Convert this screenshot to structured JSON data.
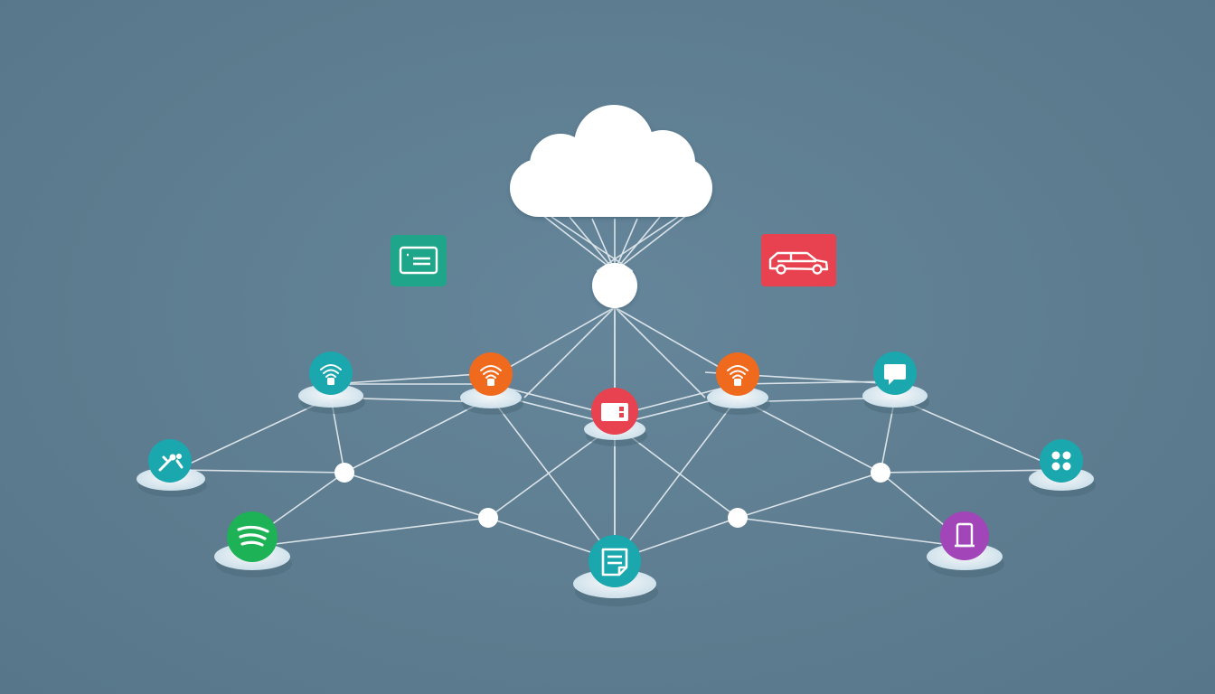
{
  "colors": {
    "background": "#5f7e91",
    "links": "#e8eef2",
    "cloud": "#ffffff",
    "teal": "#1aa7ad",
    "orange": "#f06a1e",
    "red": "#e8414f",
    "green": "#1db255",
    "purple": "#a245b8",
    "panel_teal": "#1fa58a",
    "panel_red": "#e8414f"
  },
  "diagram": {
    "cloud": {
      "icon": "cloud-icon"
    },
    "panels": [
      {
        "name": "floating-panel-left",
        "icon": "list-card-icon",
        "color_key": "panel_teal"
      },
      {
        "name": "floating-panel-right",
        "icon": "car-icon",
        "color_key": "panel_red"
      }
    ],
    "nodes": [
      {
        "name": "node-wifi-left",
        "icon": "wifi-icon",
        "color_key": "teal"
      },
      {
        "name": "node-wifi-orange-left",
        "icon": "wifi-icon",
        "color_key": "orange"
      },
      {
        "name": "node-device-center",
        "icon": "device-icon",
        "color_key": "red"
      },
      {
        "name": "node-wifi-orange-right",
        "icon": "wifi-icon",
        "color_key": "orange"
      },
      {
        "name": "node-chat-right",
        "icon": "chat-icon",
        "color_key": "teal"
      },
      {
        "name": "node-tools-left",
        "icon": "tools-icon",
        "color_key": "teal"
      },
      {
        "name": "node-grid-right",
        "icon": "grid-icon",
        "color_key": "teal"
      },
      {
        "name": "node-spotify-left",
        "icon": "spotify-icon",
        "color_key": "green"
      },
      {
        "name": "node-document-center",
        "icon": "document-icon",
        "color_key": "teal"
      },
      {
        "name": "node-phone-right",
        "icon": "phone-icon",
        "color_key": "purple"
      }
    ]
  }
}
